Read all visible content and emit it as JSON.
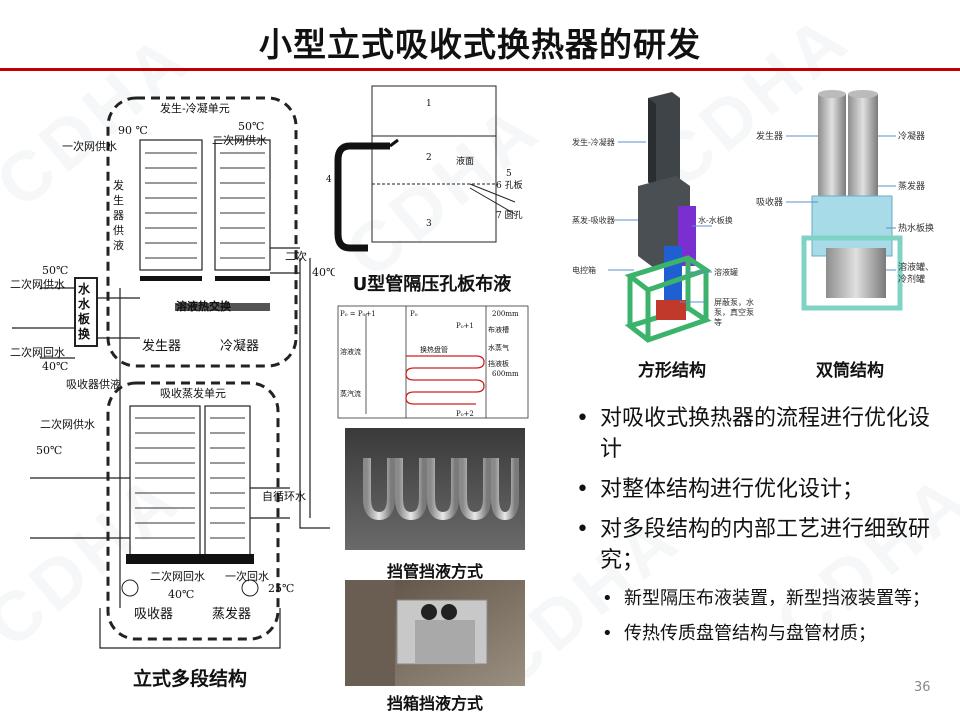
{
  "title": "小型立式吸收式换热器的研发",
  "diagram_left": {
    "caption": "立式多段结构",
    "labels": {
      "gen_cond_unit": "发生-冷凝单元",
      "t90": "90 ℃",
      "t50a": "50℃",
      "prim_supply": "一次网供水",
      "sec_supply_top": "二次网供水",
      "gen_supply": "发生器供液",
      "t50b": "50℃",
      "sec_supply_left": "二次网供水",
      "plate_hx": "水水板换",
      "solution_hx": "溶液热交换",
      "sec_return_right": "二次",
      "t40a": "40℃",
      "sec_return_left": "二次网回水",
      "t40b": "40℃",
      "generator": "发生器",
      "condenser": "冷凝器",
      "absorber_supply": "吸收器供液",
      "abs_evap_unit": "吸收蒸发单元",
      "sec_supply_mid": "二次网供水",
      "t50c": "50℃",
      "circ_water": "自循环水",
      "sec_return_bottom": "二次网回水",
      "t40c": "40℃",
      "prim_return": "一次回水",
      "t25": "25℃",
      "absorber": "吸收器",
      "evaporator": "蒸发器"
    }
  },
  "diagram_u": {
    "caption": "U型管隔压孔板布液",
    "labels": {
      "n1": "1",
      "n2": "2",
      "n3": "3",
      "n4": "4",
      "n5": "5",
      "n6": "6 孔板",
      "n7": "7 圆孔",
      "liquid": "液面"
    }
  },
  "diagram_flow": {
    "labels": {
      "p0": "P₀ = P₀+1",
      "p0b": "P₀",
      "p1": "P₀+1",
      "p2": "P₀+2",
      "dim1": "200mm",
      "dim2": "600mm",
      "liquid_plate": "挡液板",
      "pipe": "布液槽",
      "steam": "水蒸气",
      "coil": "换热盘管",
      "side1": "溶液流",
      "side2": "蒸汽流"
    }
  },
  "photo1": {
    "caption": "挡管挡液方式"
  },
  "photo2": {
    "caption": "挡箱挡液方式"
  },
  "model_square": {
    "caption": "方形结构",
    "labels": {
      "gen_cond": "发生-冷凝器",
      "evap_abs": "蒸发-吸收器",
      "elec_box": "电控箱",
      "water_plate": "水-水板换",
      "solution_pump": "溶液罐",
      "pumps": "屏蔽泵，水泵，真空泵等"
    }
  },
  "model_double": {
    "caption": "双筒结构",
    "labels": {
      "generator": "发生器",
      "condenser": "冷凝器",
      "absorber": "吸收器",
      "evaporator": "蒸发器",
      "hot_water_hx": "热水板换",
      "tanks": "溶液罐、冷剂罐"
    }
  },
  "bullets": [
    {
      "level": 1,
      "text": "对吸收式换热器的流程进行优化设计"
    },
    {
      "level": 1,
      "text": "对整体结构进行优化设计；"
    },
    {
      "level": 1,
      "text": "对多段结构的内部工艺进行细致研究；"
    },
    {
      "level": 2,
      "text": "新型隔压布液装置，新型挡液装置等；"
    },
    {
      "level": 2,
      "text": "传热传质盘管结构与盘管材质；"
    }
  ],
  "page_number": "36",
  "watermark": "CDHA",
  "colors": {
    "accent": "#c00000",
    "model_green": "#3bb36b",
    "model_blue": "#1f5fd1",
    "model_purple": "#7b2fd0"
  }
}
